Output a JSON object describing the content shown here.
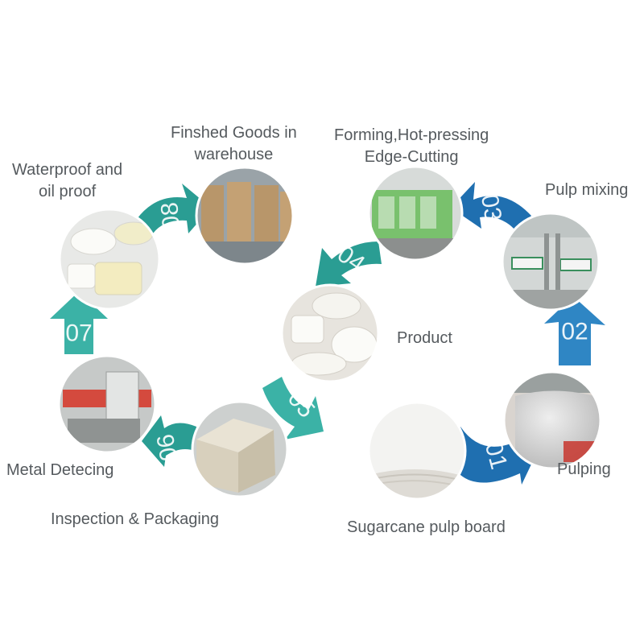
{
  "colors": {
    "teal": "#2a9d93",
    "teal_light": "#3bb2a6",
    "blue": "#1f6fb0",
    "blue_light": "#2f86c4",
    "label_text": "#555a5e"
  },
  "steps": {
    "s01": {
      "number": "01",
      "label": "Sugarcane pulp board"
    },
    "s02": {
      "number": "02",
      "label": "Pulping"
    },
    "s03": {
      "number": "03",
      "label": "Pulp mixing"
    },
    "s04": {
      "number": "04",
      "label_line1": "Forming,Hot-pressing",
      "label_line2": "Edge-Cutting"
    },
    "s05": {
      "number": "05",
      "label": "Product"
    },
    "s06": {
      "number": "06",
      "label": "Inspection & Packaging"
    },
    "s07": {
      "number": "07",
      "label": "Metal Detecing"
    },
    "s08": {
      "number": "08",
      "label_line1": "Waterproof and",
      "label_line2": "oil proof"
    },
    "final": {
      "label_line1": "Finshed Goods in",
      "label_line2": "warehouse"
    }
  },
  "photos": [
    {
      "id": "sugarcane-pulp-board",
      "icon": "pulp-board-photo"
    },
    {
      "id": "pulping",
      "icon": "pulping-tank-photo"
    },
    {
      "id": "pulp-mixing",
      "icon": "mixing-room-photo"
    },
    {
      "id": "forming",
      "icon": "forming-machine-photo"
    },
    {
      "id": "product",
      "icon": "tableware-photo"
    },
    {
      "id": "packaging",
      "icon": "packaging-photo"
    },
    {
      "id": "metal-detecting",
      "icon": "metal-detector-photo"
    },
    {
      "id": "waterproof",
      "icon": "waterproof-trays-photo"
    },
    {
      "id": "warehouse",
      "icon": "warehouse-boxes-photo"
    }
  ]
}
